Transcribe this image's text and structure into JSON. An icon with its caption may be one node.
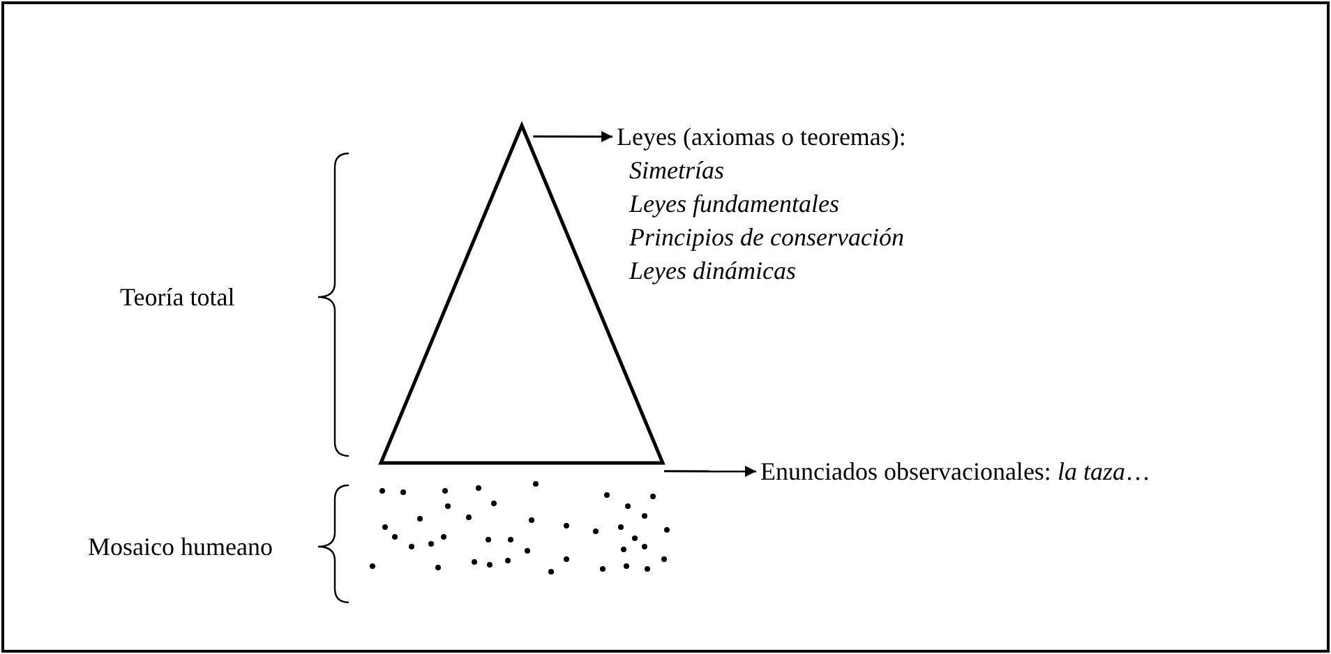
{
  "diagram": {
    "nodes": [
      {
        "text": [],
        "shape": "triangle"
      },
      {
        "text": [
          "Leyes (axiomas o teoremas):",
          "Simetrías",
          "Leyes fundamentales",
          "Principios de conservación",
          "Leyes dinámicas"
        ]
      },
      {
        "text": [
          "Enunciados observacionales: *la taza*…"
        ]
      }
    ],
    "edges": [
      {
        "from": 0,
        "to": 1,
        "arrow": "to"
      },
      {
        "from": 0,
        "to": 2,
        "arrow": "to"
      }
    ],
    "labels": [
      "Teoría total",
      "Mosaico humeano"
    ]
  }
}
